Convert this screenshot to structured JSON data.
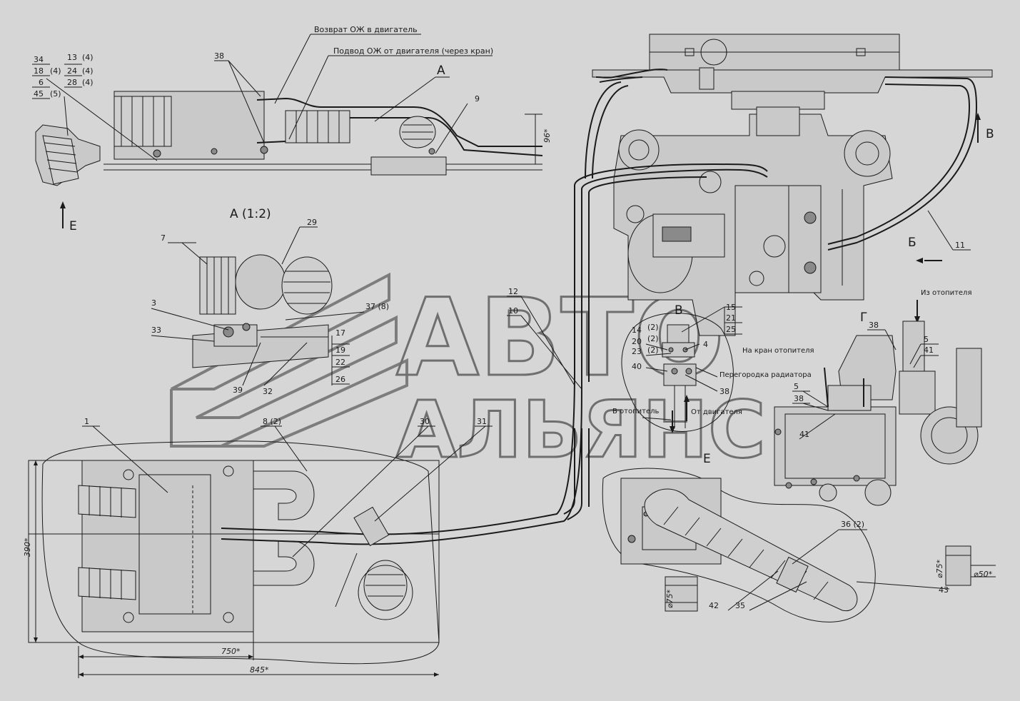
{
  "captions": {
    "return_coolant": "Возврат ОЖ в двигатель",
    "supply_coolant": "Подвод ОЖ от двигателя (через кран)",
    "view_a": "А",
    "view_a_scale": "А (1:2)",
    "view_e": "Е",
    "view_e2": "Е",
    "view_b": "Б",
    "view_v": "В",
    "view_v2": "В",
    "view_g": "Г",
    "from_heater": "Из отопителя",
    "to_heater_valve": "На кран отопителя",
    "radiator_partition": "Перегородка радиатора",
    "to_heater": "В отопитель",
    "from_engine": "От двигателя"
  },
  "top_left_table": {
    "rows": [
      [
        "34",
        "13",
        "(4)"
      ],
      [
        "18",
        "(4)",
        "24",
        "(4)"
      ],
      [
        "6",
        "28",
        "(4)"
      ],
      [
        "45",
        "(5)"
      ]
    ]
  },
  "labels": {
    "p38_top": "38",
    "p9": "9",
    "p7": "7",
    "p29": "29",
    "p3": "3",
    "p33": "33",
    "p37": "37 (8)",
    "p17": "17",
    "p19": "19",
    "p22": "22",
    "p26": "26",
    "p39": "39",
    "p32": "32",
    "p1": "1",
    "p8": "8 (2)",
    "p30": "30",
    "p31": "31",
    "p12": "12",
    "p10": "10",
    "p11": "11",
    "p15": "15",
    "p21": "21",
    "p25": "25",
    "p14": "14",
    "p14q": "(2)",
    "p20": "20",
    "p20q": "(2)",
    "p23": "23",
    "p23q": "(2)",
    "p4": "4",
    "p40": "40",
    "p38_v": "38",
    "p38_g": "38",
    "p5_g": "5",
    "p41_g": "41",
    "p5_c": "5",
    "p38_c": "38",
    "p41_c": "41",
    "p36": "36 (2)",
    "p42": "42",
    "p35": "35",
    "p43": "43"
  },
  "dimensions": {
    "h96": "96*",
    "h390": "390*",
    "w750": "750*",
    "w845": "845*",
    "d75a": "⌀75*",
    "d50": "⌀50*",
    "d75b": "⌀75*"
  },
  "watermark": {
    "line1": "АВТО",
    "line2": "АЛЬЯНС"
  }
}
